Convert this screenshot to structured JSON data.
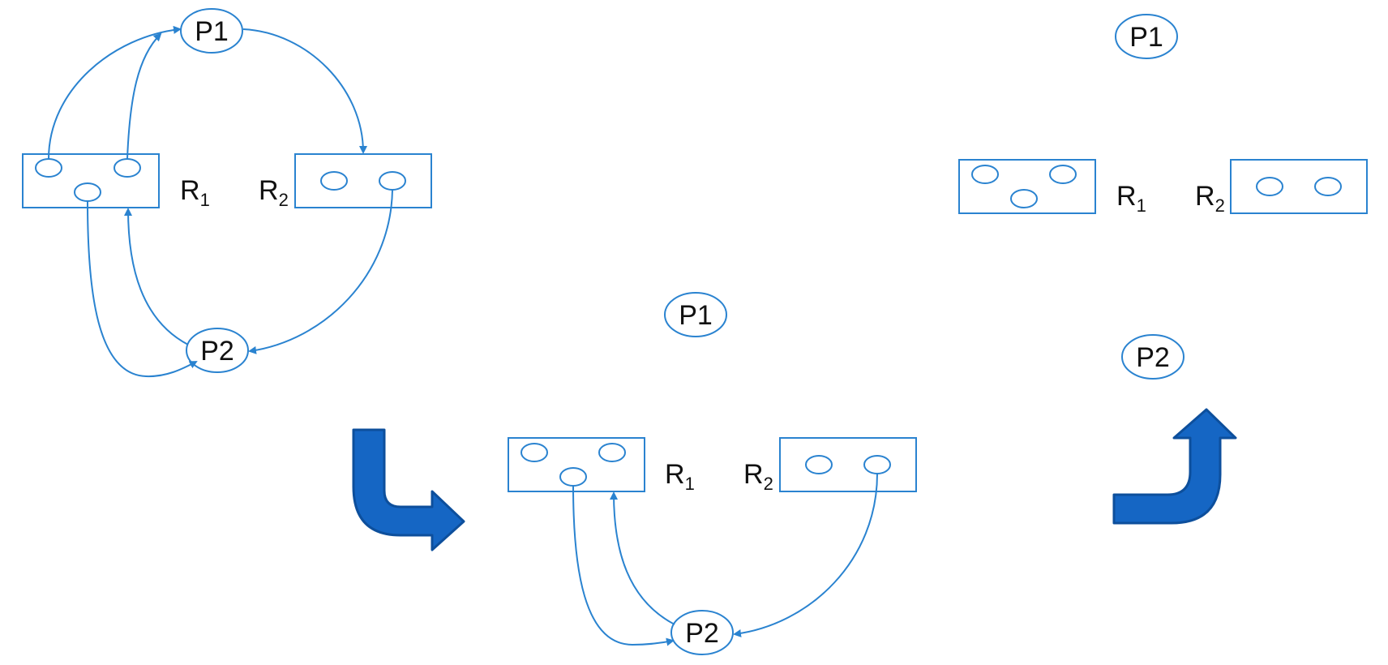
{
  "colors": {
    "line": "#2a83d0",
    "big_arrow_fill": "#1566c4",
    "big_arrow_stroke": "#0d4f9c",
    "text": "#111111"
  },
  "labels": {
    "process": "P",
    "resource": "R",
    "sub_1": "1",
    "sub_2": "2"
  },
  "stages": [
    {
      "p1": "P1",
      "p2": "P2",
      "r1_sub": "1",
      "r2_sub": "2"
    },
    {
      "p1": "P1",
      "p2": "P2",
      "r1_sub": "1",
      "r2_sub": "2"
    },
    {
      "p1": "P1",
      "p2": "P2",
      "r1_sub": "1",
      "r2_sub": "2"
    }
  ],
  "transitions": [
    {
      "icon": "curved-arrow-down-right-icon"
    },
    {
      "icon": "curved-arrow-right-up-icon"
    }
  ]
}
